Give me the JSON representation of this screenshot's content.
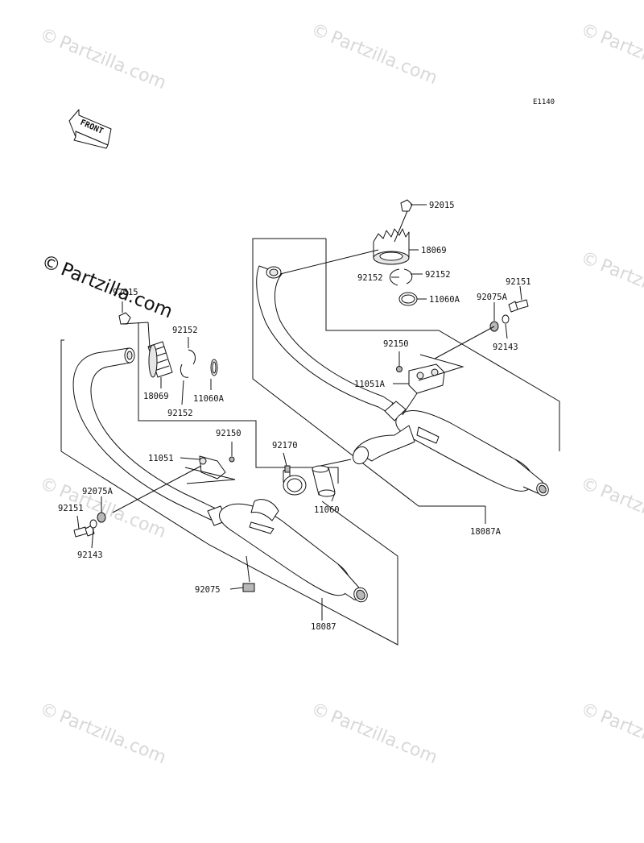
{
  "diagram": {
    "code": "E1140",
    "front_label": "FRONT"
  },
  "watermarks": {
    "symbol": "©",
    "text": "Partzilla.com"
  },
  "labels": {
    "p92015_r": "92015",
    "p18069_r": "18069",
    "p92152_r1": "92152",
    "p92152_r2": "92152",
    "p11060A_r": "11060A",
    "p92151_r": "92151",
    "p92075A_r": "92075A",
    "p92143_r": "92143",
    "p92150_r": "92150",
    "p11051A": "11051A",
    "p18087A": "18087A",
    "p92015_l": "92015",
    "p92152_l1": "92152",
    "p18069_l": "18069",
    "p92152_l2": "92152",
    "p11060A_l": "11060A",
    "p92150_l": "92150",
    "p11051": "11051",
    "p92170": "92170",
    "p11060": "11060",
    "p92075A_l": "92075A",
    "p92151_l": "92151",
    "p92143_l": "92143",
    "p92075": "92075",
    "p18087": "18087"
  }
}
